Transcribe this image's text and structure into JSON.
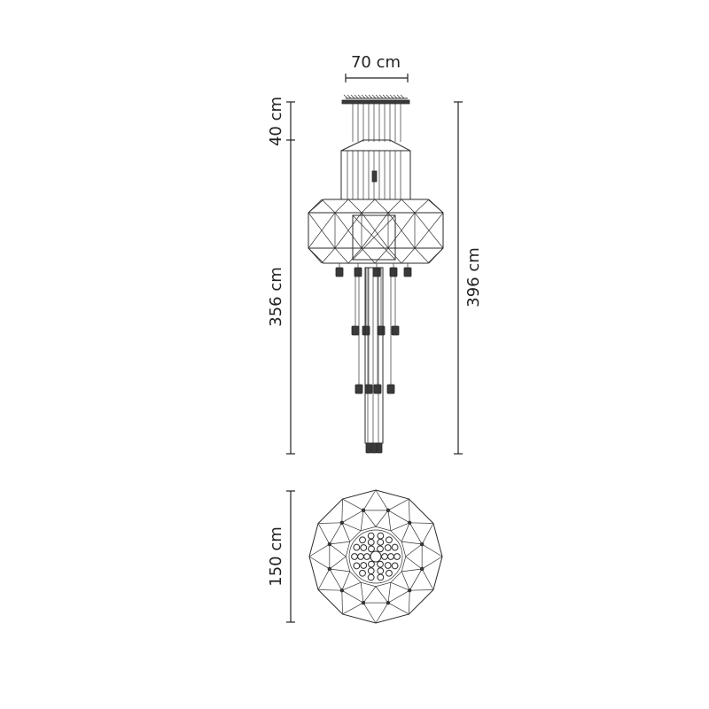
{
  "dimensions": {
    "width_label": "70 cm",
    "top_gap_label": "40 cm",
    "body_height_label": "356 cm",
    "total_height_label": "396 cm",
    "diameter_label": "150 cm"
  },
  "colors": {
    "line": "#222222",
    "background": "#ffffff"
  }
}
